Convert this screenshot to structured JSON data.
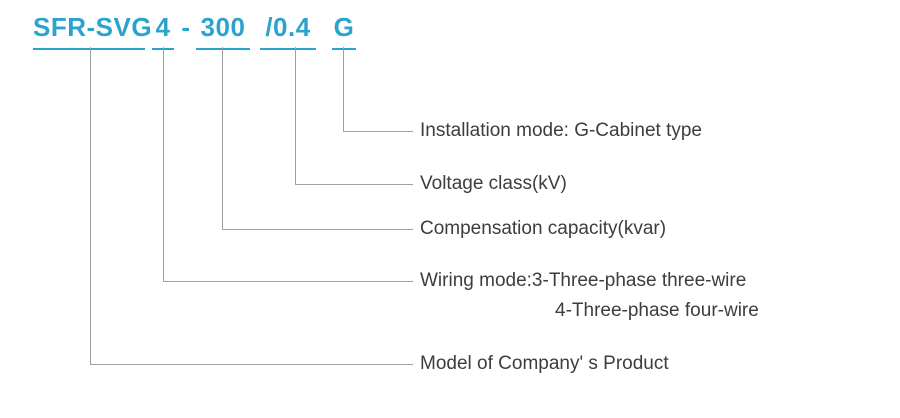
{
  "model_code": {
    "segments": [
      "SFR-SVG",
      "4",
      "-",
      "300",
      "/0.4",
      "G"
    ]
  },
  "labels": {
    "installation": "Installation mode: G-Cabinet type",
    "voltage": "Voltage class(kV)",
    "capacity": "Compensation capacity(kvar)",
    "wiring_line1": "Wiring mode:3-Three-phase three-wire",
    "wiring_line2": "4-Three-phase four-wire",
    "model": "Model of Company' s Product"
  },
  "colors": {
    "accent": "#2aa4ce",
    "connector_line": "#9f9f9f",
    "label_text": "#3d3d3d"
  }
}
